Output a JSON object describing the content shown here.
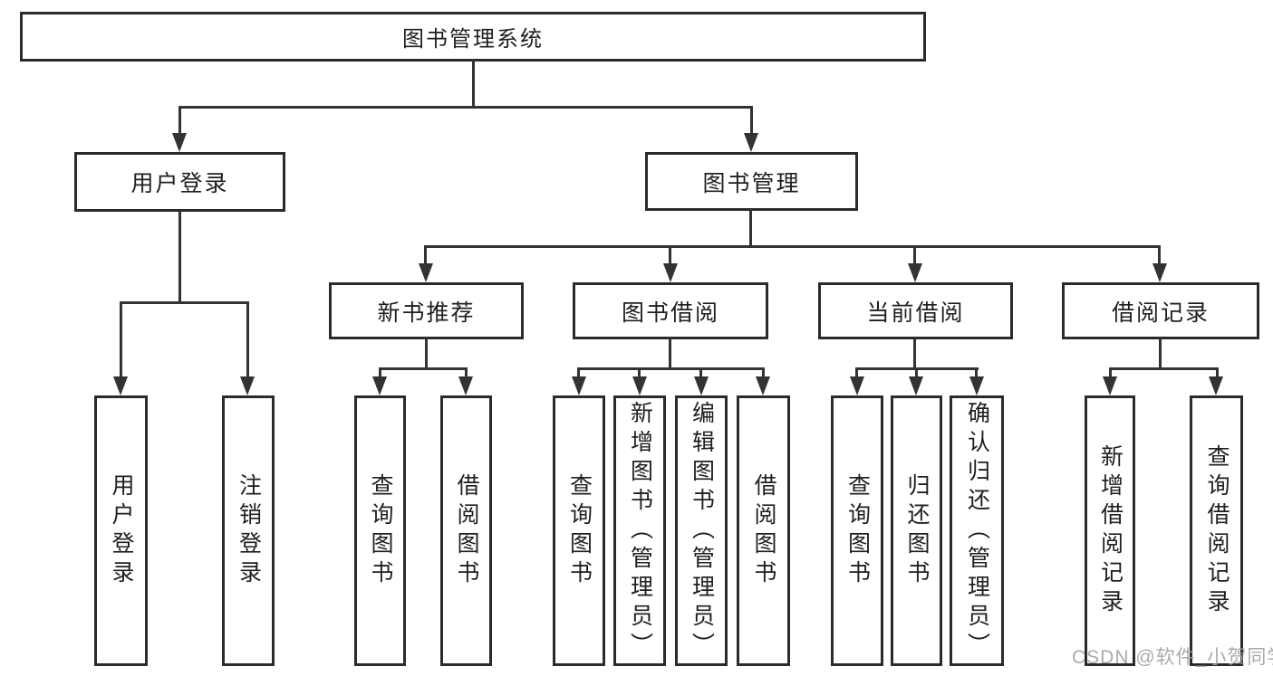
{
  "diagram": {
    "root": {
      "label": "图书管理系统",
      "children": [
        {
          "label": "用户登录",
          "children": [
            {
              "label": "用户登录"
            },
            {
              "label": "注销登录"
            }
          ]
        },
        {
          "label": "图书管理",
          "children": [
            {
              "label": "新书推荐",
              "children": [
                {
                  "label": "查询图书"
                },
                {
                  "label": "借阅图书"
                }
              ]
            },
            {
              "label": "图书借阅",
              "children": [
                {
                  "label": "查询图书"
                },
                {
                  "label": "新增图书（管理员）"
                },
                {
                  "label": "编辑图书（管理员）"
                },
                {
                  "label": "借阅图书"
                }
              ]
            },
            {
              "label": "当前借阅",
              "children": [
                {
                  "label": "查询图书"
                },
                {
                  "label": "归还图书"
                },
                {
                  "label": "确认归还（管理员）"
                }
              ]
            },
            {
              "label": "借阅记录",
              "children": [
                {
                  "label": "新增借阅记录"
                },
                {
                  "label": "查询借阅记录"
                }
              ]
            }
          ]
        }
      ]
    },
    "watermark": "CSDN @软件_小贺同学",
    "colors": {
      "line": "#333333",
      "box_border": "#2b2b2b",
      "text": "#1f1f1f",
      "watermark": "#a3a3a3",
      "background": "#ffffff"
    }
  }
}
